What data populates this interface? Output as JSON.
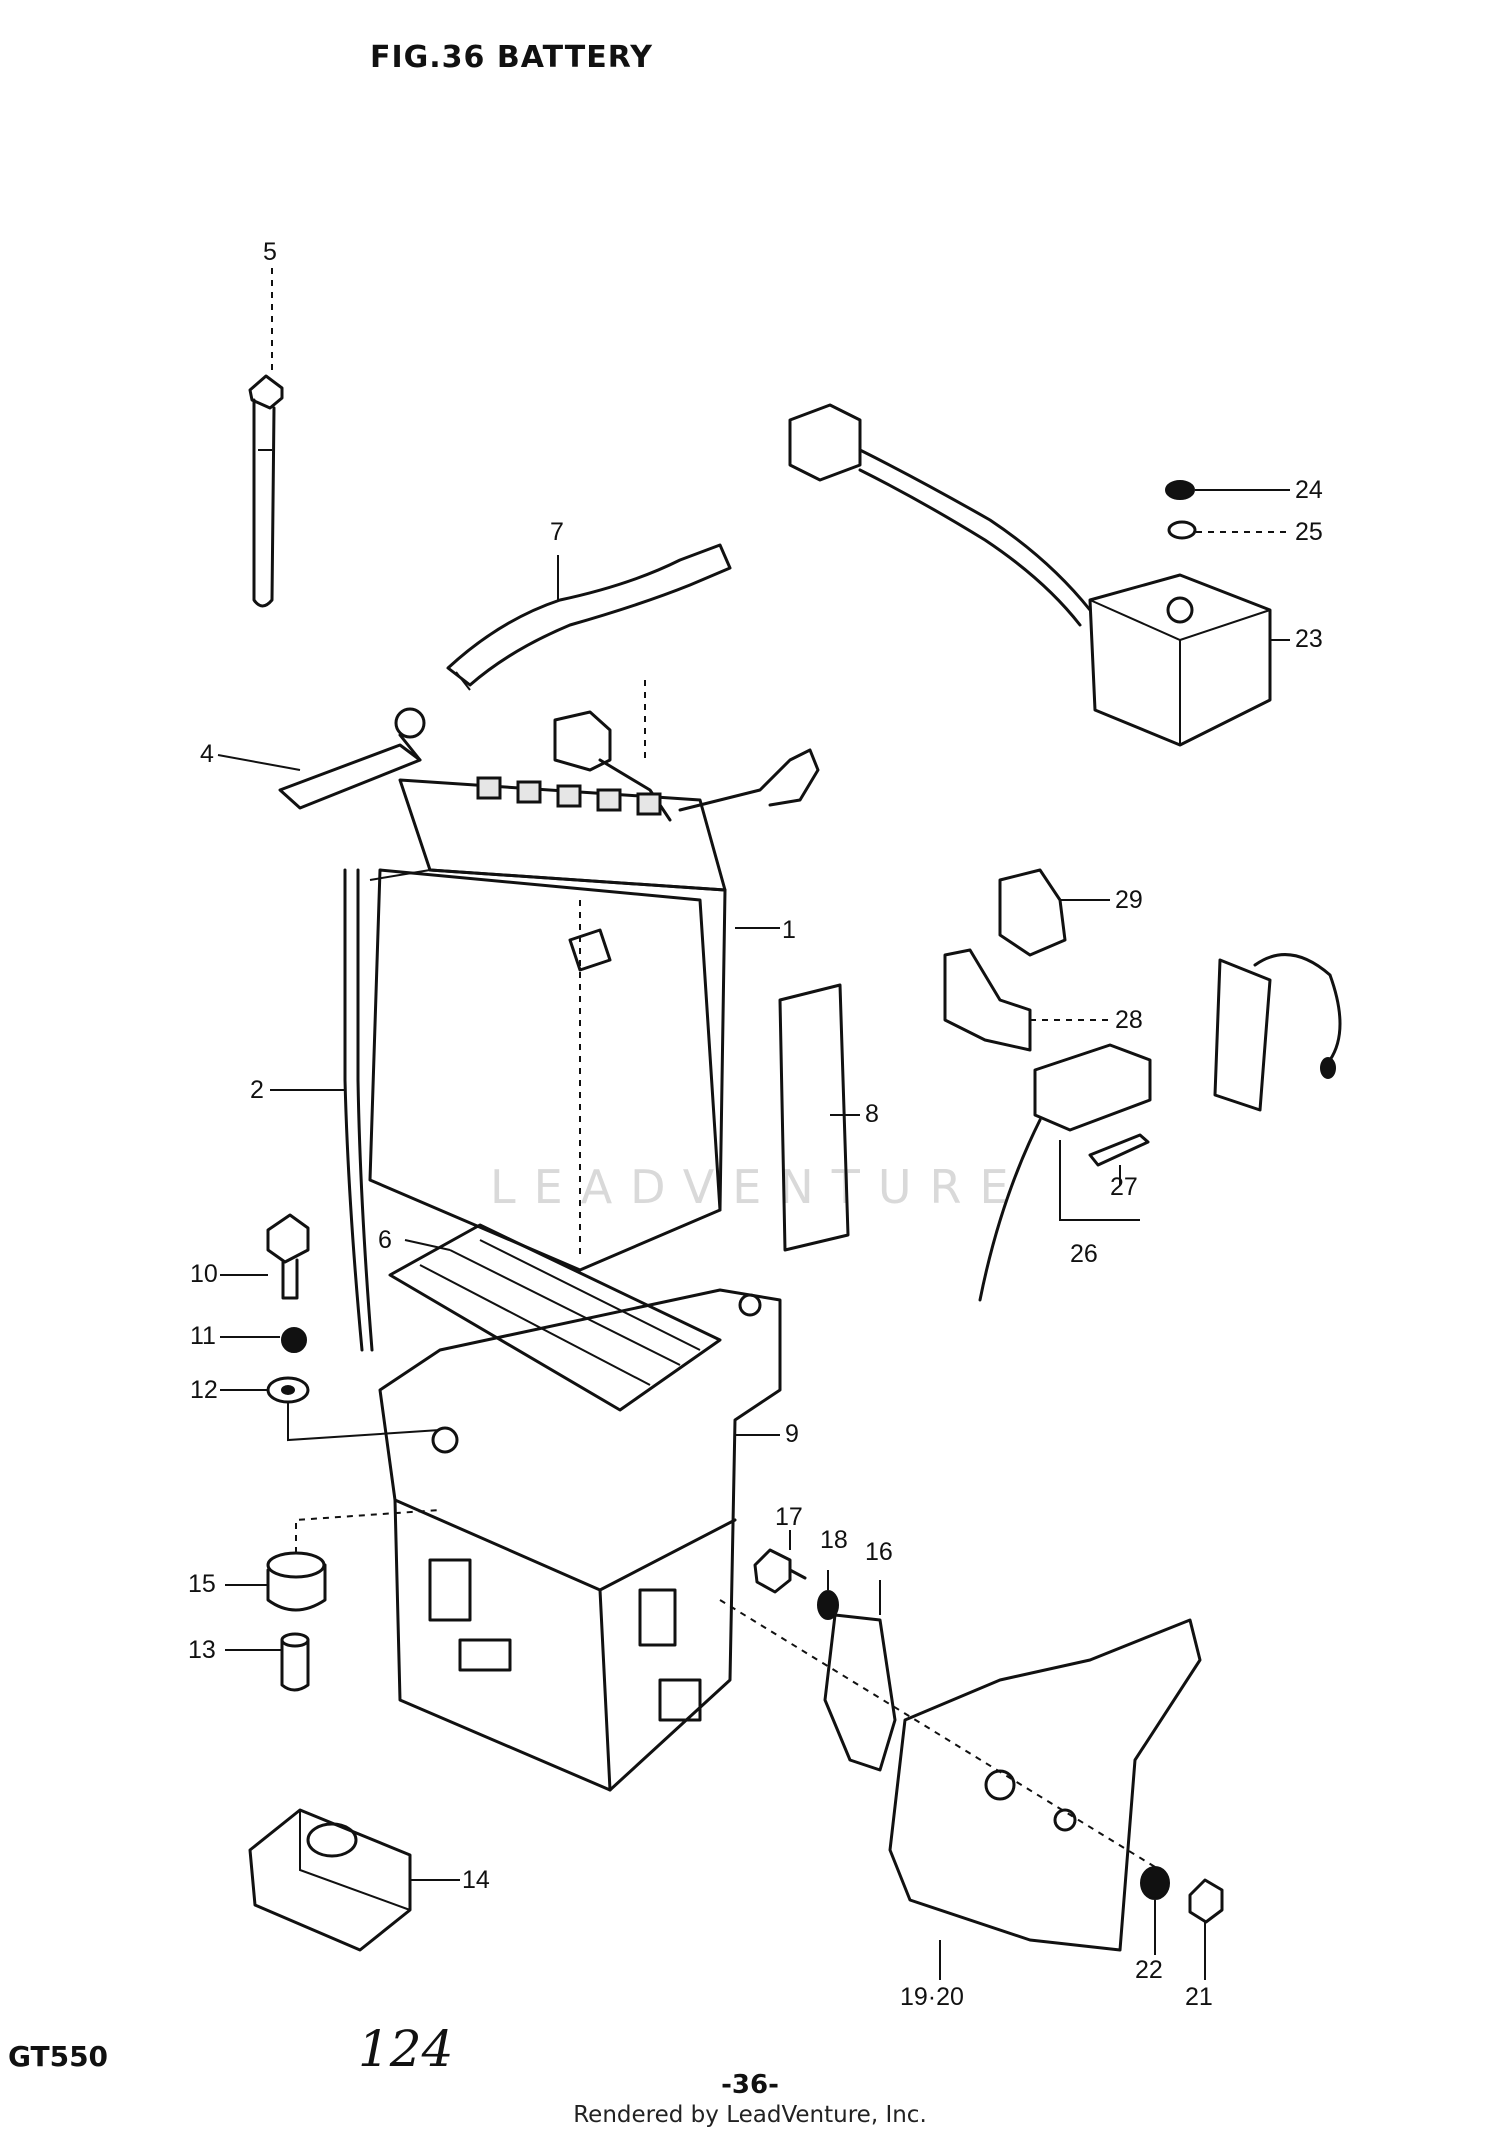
{
  "header": {
    "title": "FIG.36  BATTERY"
  },
  "callouts": [
    {
      "id": "1",
      "label": "1"
    },
    {
      "id": "2",
      "label": "2"
    },
    {
      "id": "4",
      "label": "4"
    },
    {
      "id": "5",
      "label": "5"
    },
    {
      "id": "6",
      "label": "6"
    },
    {
      "id": "7",
      "label": "7"
    },
    {
      "id": "8",
      "label": "8"
    },
    {
      "id": "9",
      "label": "9"
    },
    {
      "id": "10",
      "label": "10"
    },
    {
      "id": "11",
      "label": "11"
    },
    {
      "id": "12",
      "label": "12"
    },
    {
      "id": "13",
      "label": "13"
    },
    {
      "id": "14",
      "label": "14"
    },
    {
      "id": "15",
      "label": "15"
    },
    {
      "id": "16",
      "label": "16"
    },
    {
      "id": "17",
      "label": "17"
    },
    {
      "id": "18",
      "label": "18"
    },
    {
      "id": "19-20",
      "label": "19·20"
    },
    {
      "id": "21",
      "label": "21"
    },
    {
      "id": "22",
      "label": "22"
    },
    {
      "id": "23",
      "label": "23"
    },
    {
      "id": "24",
      "label": "24"
    },
    {
      "id": "25",
      "label": "25"
    },
    {
      "id": "26",
      "label": "26"
    },
    {
      "id": "27",
      "label": "27"
    },
    {
      "id": "28",
      "label": "28"
    },
    {
      "id": "29",
      "label": "29"
    }
  ],
  "footer": {
    "model": "GT550",
    "handwritten": "124",
    "page_number": "-36-",
    "credit": "Rendered by LeadVenture, Inc."
  },
  "watermark": "LEADVENTURE"
}
